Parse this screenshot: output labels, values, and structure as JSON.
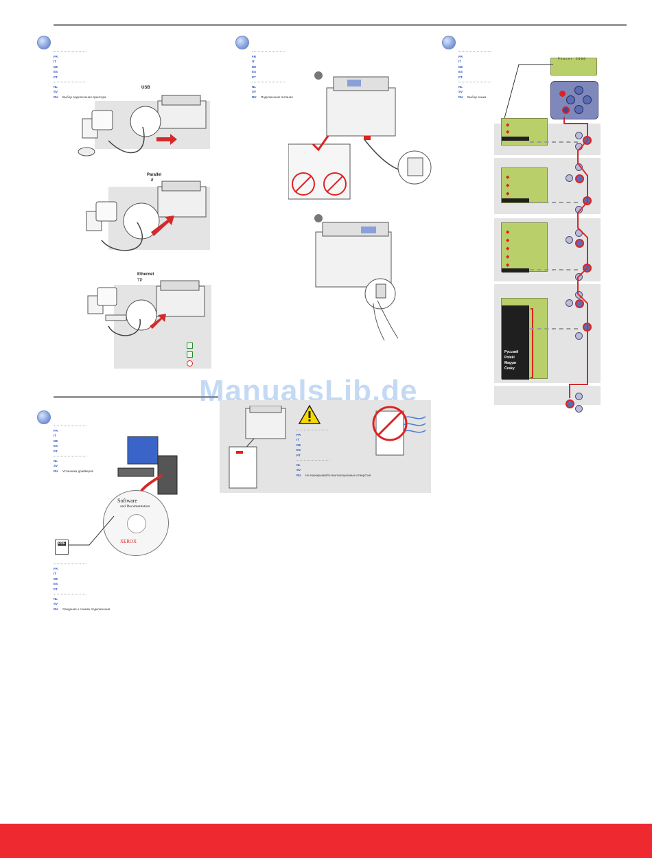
{
  "watermark": "ManualsLib.de",
  "section_connect": {
    "langs_a": [
      "FR",
      "IT",
      "DE",
      "ES",
      "PT"
    ],
    "langs_b": [
      "NL",
      "SV"
    ],
    "ru_code": "RU",
    "ru_text": "Выбор подключения принтера",
    "port_usb": "USB",
    "port_parallel": "Parallel",
    "port_parallel_symbol": "//",
    "port_ethernet": "Ethernet",
    "port_tp": "TP"
  },
  "section_power": {
    "langs_a": [
      "FR",
      "IT",
      "DE",
      "ES",
      "PT"
    ],
    "langs_b": [
      "NL",
      "SV"
    ],
    "ru_code": "RU",
    "ru_text": "Подключение питания"
  },
  "section_language": {
    "langs_a": [
      "FR",
      "IT",
      "DE",
      "ES",
      "PT"
    ],
    "langs_b": [
      "NL",
      "SV"
    ],
    "ru_code": "RU",
    "ru_text": "Выбор языка",
    "display_label": "Phaser 3600",
    "language_options": [
      "Русский",
      "Polski",
      "Magyar",
      "Česky"
    ]
  },
  "section_drivers": {
    "langs_a": [
      "FR",
      "IT",
      "DE",
      "ES",
      "PT"
    ],
    "langs_b": [
      "NL",
      "SV"
    ],
    "ru_code": "RU",
    "ru_text": "Установка драйверов",
    "cd_title": "Software",
    "cd_subtitle": "and Documentation",
    "cd_brand": "XEROX",
    "pdf_label": "PDF"
  },
  "section_connection_info": {
    "langs_a": [
      "FR",
      "IT",
      "DE",
      "ES",
      "PT"
    ],
    "langs_b": [
      "NL",
      "SV"
    ],
    "ru_code": "RU",
    "ru_text": "Сведения о схемах подключения"
  },
  "section_warning": {
    "langs_a": [
      "FR",
      "IT",
      "DE",
      "ES",
      "PT"
    ],
    "langs_b": [
      "NL",
      "SV"
    ],
    "ru_code": "RU",
    "ru_text": "Не перекрывайте вентиляционные отверстия"
  },
  "colors": {
    "accent_red": "#ee2a30",
    "lcd_green": "#b9d06a",
    "lang_code_blue": "#2b4fb8"
  }
}
